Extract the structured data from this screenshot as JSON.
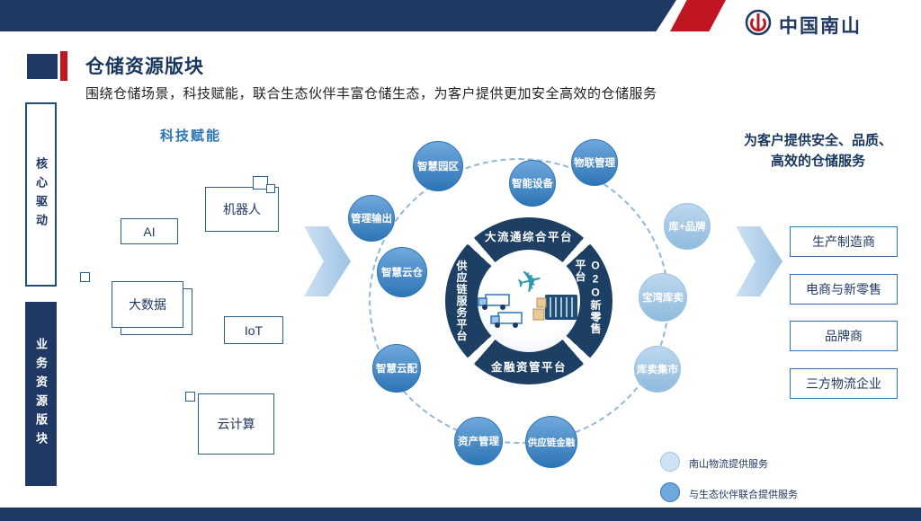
{
  "header": {
    "logo": "中国南山"
  },
  "title": {
    "heading": "仓储资源版块",
    "subtitle": "围绕仓储场景，科技赋能，联合生态伙伴丰富仓储生态，为客户提供更加安全高效的仓储服务"
  },
  "sidebar": {
    "top_label": "核心驱动",
    "bottom_label": "业务资源版块"
  },
  "tech": {
    "section_label": "科技赋能",
    "items": [
      "AI",
      "机器人",
      "大数据",
      "IoT",
      "云计算"
    ]
  },
  "platform_ring": {
    "top": "大流通综合平台",
    "right": "O2O新零售平台",
    "bottom": "金融资管平台",
    "left": "供应链服务平台"
  },
  "nodes": [
    {
      "label": "智慧园区",
      "type": "partner"
    },
    {
      "label": "智能设备",
      "type": "partner"
    },
    {
      "label": "物联管理",
      "type": "partner"
    },
    {
      "label": "管理输出",
      "type": "partner"
    },
    {
      "label": "智慧云仓",
      "type": "partner"
    },
    {
      "label": "智慧云配",
      "type": "partner"
    },
    {
      "label": "资产管理",
      "type": "partner"
    },
    {
      "label": "供应链金融",
      "type": "partner"
    },
    {
      "label": "库+品牌",
      "type": "nanshan"
    },
    {
      "label": "宝湾库卖",
      "type": "nanshan"
    },
    {
      "label": "库卖集市",
      "type": "nanshan"
    }
  ],
  "outcome": {
    "heading_line1": "为客户提供安全、品质、",
    "heading_line2": "高效的仓储服务",
    "boxes": [
      "生产制造商",
      "电商与新零售",
      "品牌商",
      "三方物流企业"
    ]
  },
  "legend": [
    {
      "label": "南山物流提供服务",
      "type": "nanshan"
    },
    {
      "label": "与生态伙伴联合提供服务",
      "type": "partner"
    }
  ],
  "icons": {
    "plane": "✈"
  },
  "colors": {
    "navy": "#1F3864",
    "blue": "#2E75B6",
    "light_blue": "#9DC3E6",
    "red": "#C01622",
    "teal": "#2E9BB0"
  }
}
